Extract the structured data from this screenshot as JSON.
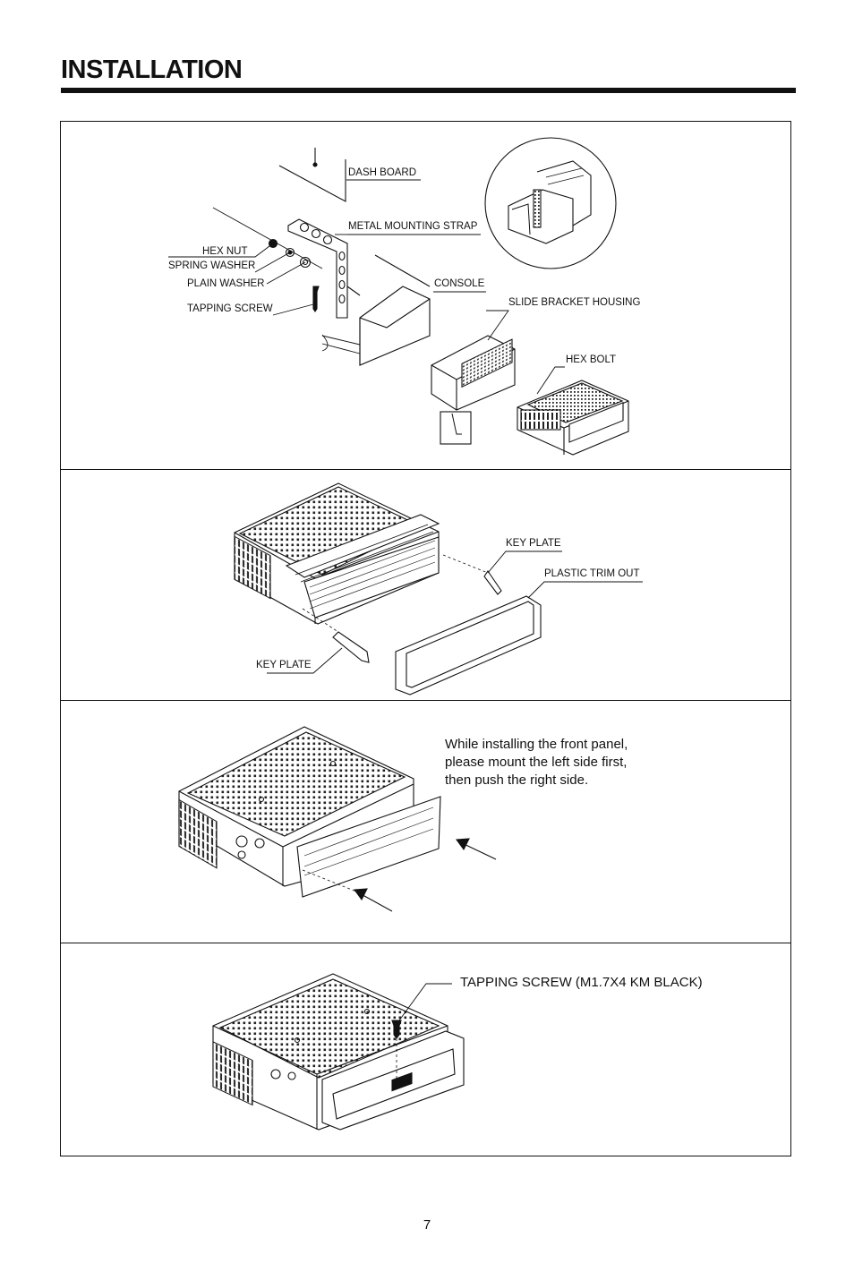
{
  "page": {
    "title": "INSTALLATION",
    "page_number": "7"
  },
  "section1": {
    "labels": {
      "dash_board": "DASH BOARD",
      "metal_mounting_strap": "METAL MOUNTING STRAP",
      "hex_nut": "HEX NUT",
      "spring_washer": "SPRING WASHER",
      "plain_washer": "PLAIN WASHER",
      "tapping_screw": "TAPPING SCREW",
      "console": "CONSOLE",
      "slide_bracket_housing": "SLIDE BRACKET HOUSING",
      "hex_bolt": "HEX BOLT"
    }
  },
  "section2": {
    "labels": {
      "key_plate_right": "KEY PLATE",
      "plastic_trim_out": "PLASTIC TRIM OUT",
      "key_plate_left": "KEY PLATE"
    }
  },
  "section3": {
    "note_lines": [
      "While installing the front panel,",
      "please mount the left side first,",
      "then push the right side."
    ]
  },
  "section4": {
    "label": "TAPPING SCREW (M1.7X4 KM BLACK)"
  }
}
